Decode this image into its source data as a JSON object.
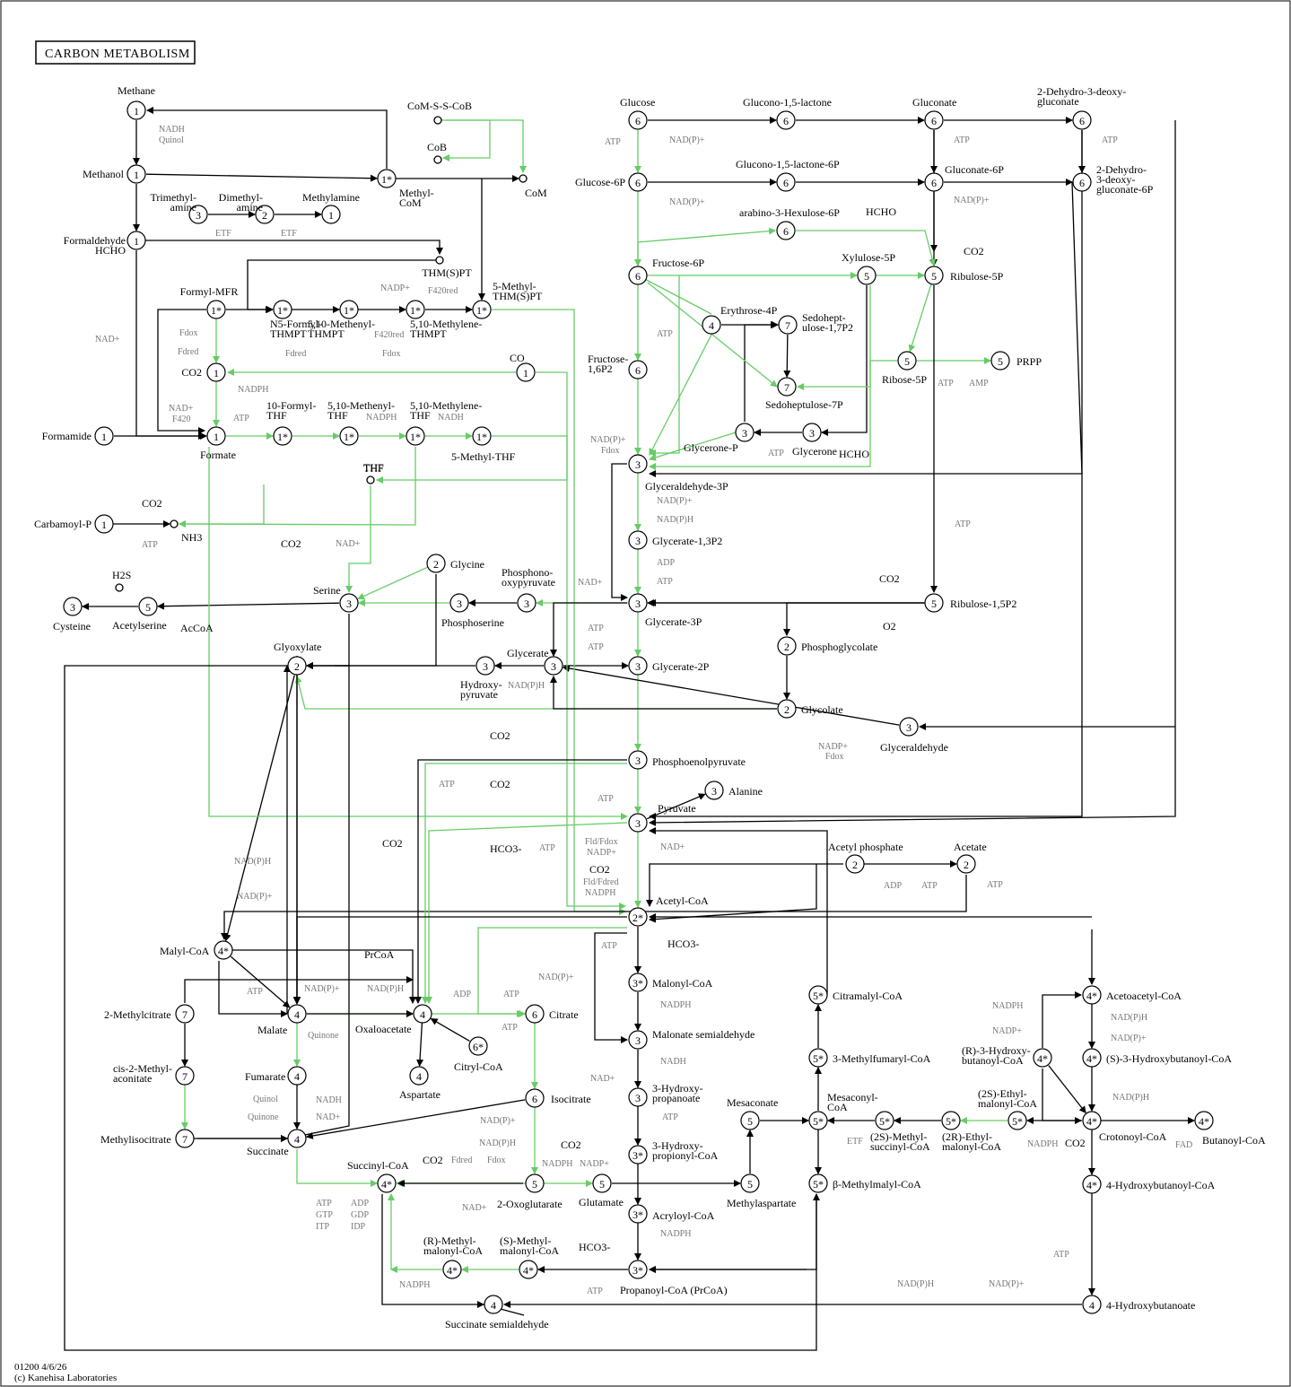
{
  "title": "CARBON METABOLISM",
  "footer": [
    "01200 4/6/26",
    "(c) Kanehisa Laboratories"
  ],
  "colors": {
    "black_edge": "#000000",
    "green_edge": "#66cc66",
    "cofactor": "#777777"
  },
  "compounds": [
    {
      "id": "methane",
      "name": "Methane",
      "mod": "1"
    },
    {
      "id": "methanol",
      "name": "Methanol",
      "mod": "1"
    },
    {
      "id": "formaldehyde",
      "name": "Formaldehyde HCHO",
      "mod": "1"
    },
    {
      "id": "trimethylamine",
      "name": "Trimethyl- amine",
      "mod": "3"
    },
    {
      "id": "dimethylamine",
      "name": "Dimethyl- amine",
      "mod": "2"
    },
    {
      "id": "methylamine",
      "name": "Methylamine",
      "mod": "1"
    },
    {
      "id": "methylcom",
      "name": "Methyl- CoM",
      "mod": "1*"
    },
    {
      "id": "comsscob",
      "name": "CoM-S-S-CoB"
    },
    {
      "id": "cob",
      "name": "CoB"
    },
    {
      "id": "com",
      "name": "CoM"
    },
    {
      "id": "thmspt",
      "name": "THM(S)PT"
    },
    {
      "id": "formylmfr",
      "name": "Formyl-MFR",
      "mod": "1*"
    },
    {
      "id": "n5formyl",
      "name": "N5-Formyl- THMPT",
      "mod": "1*"
    },
    {
      "id": "methenylthmpt",
      "name": "5,10-Methenyl- THMPT",
      "mod": "1*"
    },
    {
      "id": "methylenethmpt",
      "name": "5,10-Methylene- THMPT",
      "mod": "1*"
    },
    {
      "id": "methylthmspt",
      "name": "5-Methyl- THM(S)PT",
      "mod": "1*"
    },
    {
      "id": "co2a",
      "name": "CO2",
      "mod": "1"
    },
    {
      "id": "co",
      "name": "CO",
      "mod": "1"
    },
    {
      "id": "formamide",
      "name": "Formamide",
      "mod": "1"
    },
    {
      "id": "formate",
      "name": "Formate",
      "mod": "1"
    },
    {
      "id": "formylthf",
      "name": "10-Formyl- THF",
      "mod": "1*"
    },
    {
      "id": "methenylthf",
      "name": "5,10-Methenyl- THF",
      "mod": "1*"
    },
    {
      "id": "methylenethf",
      "name": "5,10-Methylene- THF",
      "mod": "1*"
    },
    {
      "id": "methylthf",
      "name": "5-Methyl-THF",
      "mod": "1*"
    },
    {
      "id": "thf",
      "name": "THF"
    },
    {
      "id": "carbamoylp",
      "name": "Carbamoyl-P",
      "mod": "1"
    },
    {
      "id": "nh3",
      "name": "NH3"
    },
    {
      "id": "h2s",
      "name": "H2S"
    },
    {
      "id": "cysteine",
      "name": "Cysteine",
      "mod": "3"
    },
    {
      "id": "acetylserine",
      "name": "Acetylserine",
      "mod": "5"
    },
    {
      "id": "serine",
      "name": "Serine",
      "mod": "3"
    },
    {
      "id": "glycine",
      "name": "Glycine",
      "mod": "2"
    },
    {
      "id": "phosphoserine",
      "name": "Phosphoserine",
      "mod": "3"
    },
    {
      "id": "phosphooxypyruvate",
      "name": "Phosphono- oxypyruvate",
      "mod": "3"
    },
    {
      "id": "glyoxylate",
      "name": "Glyoxylate",
      "mod": "2"
    },
    {
      "id": "hydroxypyruvate",
      "name": "Hydroxy- pyruvate",
      "mod": "3"
    },
    {
      "id": "glycerate",
      "name": "Glycerate",
      "mod": "3"
    },
    {
      "id": "glucose",
      "name": "Glucose",
      "mod": "6"
    },
    {
      "id": "gluconolactone",
      "name": "Glucono-1,5-lactone",
      "mod": "6"
    },
    {
      "id": "gluconate",
      "name": "Gluconate",
      "mod": "6"
    },
    {
      "id": "kdg",
      "name": "2-Dehydro-3-deoxy- gluconate",
      "mod": "6"
    },
    {
      "id": "glucose6p",
      "name": "Glucose-6P",
      "mod": "6"
    },
    {
      "id": "gluconolactone6p",
      "name": "Glucono-1,5-lactone-6P",
      "mod": "6"
    },
    {
      "id": "gluconate6p",
      "name": "Gluconate-6P",
      "mod": "6"
    },
    {
      "id": "kdpg",
      "name": "2-Dehydro- 3-deoxy- gluconate-6P",
      "mod": "6"
    },
    {
      "id": "hexulose6p",
      "name": "arabino-3-Hexulose-6P",
      "mod": "6"
    },
    {
      "id": "fructose6p",
      "name": "Fructose-6P",
      "mod": "6"
    },
    {
      "id": "xylulose5p",
      "name": "Xylulose-5P",
      "mod": "5"
    },
    {
      "id": "ribulose5p",
      "name": "Ribulose-5P",
      "mod": "5"
    },
    {
      "id": "erythrose4p",
      "name": "Erythrose-4P",
      "mod": "4"
    },
    {
      "id": "sedoheptulose17p2",
      "name": "Sedohept- ulose-1,7P2",
      "mod": "7"
    },
    {
      "id": "fructose16p2",
      "name": "Fructose- 1,6P2",
      "mod": "6"
    },
    {
      "id": "ribose5p",
      "name": "Ribose-5P",
      "mod": "5"
    },
    {
      "id": "prpp",
      "name": "PRPP",
      "mod": "5"
    },
    {
      "id": "sedoheptulose7p",
      "name": "Sedoheptulose-7P",
      "mod": "7"
    },
    {
      "id": "glyceronep",
      "name": "Glycerone-P",
      "mod": "3"
    },
    {
      "id": "glycerone",
      "name": "Glycerone",
      "mod": "3"
    },
    {
      "id": "ga3p",
      "name": "Glyceraldehyde-3P",
      "mod": "3"
    },
    {
      "id": "bpg",
      "name": "Glycerate-1,3P2",
      "mod": "3"
    },
    {
      "id": "g3p",
      "name": "Glycerate-3P",
      "mod": "3"
    },
    {
      "id": "rubp",
      "name": "Ribulose-1,5P2",
      "mod": "5"
    },
    {
      "id": "phosphoglycolate",
      "name": "Phosphoglycolate",
      "mod": "2"
    },
    {
      "id": "g2p",
      "name": "Glycerate-2P",
      "mod": "3"
    },
    {
      "id": "glycolate",
      "name": "Glycolate",
      "mod": "2"
    },
    {
      "id": "glyceraldehyde",
      "name": "Glyceraldehyde",
      "mod": "3"
    },
    {
      "id": "pep",
      "name": "Phosphoenolpyruvate",
      "mod": "3"
    },
    {
      "id": "alanine",
      "name": "Alanine",
      "mod": "3"
    },
    {
      "id": "pyruvate",
      "name": "Pyruvate",
      "mod": "3"
    },
    {
      "id": "acetylphosphate",
      "name": "Acetyl phosphate",
      "mod": "2"
    },
    {
      "id": "acetate",
      "name": "Acetate",
      "mod": "2"
    },
    {
      "id": "acetylcoa",
      "name": "Acetyl-CoA",
      "mod": "2*"
    },
    {
      "id": "malylcoa",
      "name": "Malyl-CoA",
      "mod": "4*"
    },
    {
      "id": "methylcitrate",
      "name": "2-Methylcitrate",
      "mod": "7"
    },
    {
      "id": "malate",
      "name": "Malate",
      "mod": "4"
    },
    {
      "id": "oxaloacetate",
      "name": "Oxaloacetate",
      "mod": "4"
    },
    {
      "id": "citrylcoa",
      "name": "Citryl-CoA",
      "mod": "6*"
    },
    {
      "id": "citrate",
      "name": "Citrate",
      "mod": "6"
    },
    {
      "id": "aspartate",
      "name": "Aspartate",
      "mod": "4"
    },
    {
      "id": "malonylcoa",
      "name": "Malonyl-CoA",
      "mod": "3*"
    },
    {
      "id": "malonatesa",
      "name": "Malonate semialdehyde",
      "mod": "3"
    },
    {
      "id": "hydroxypropanoate",
      "name": "3-Hydroxy- propanoate",
      "mod": "3"
    },
    {
      "id": "hpcoa",
      "name": "3-Hydroxy- propionyl-CoA",
      "mod": "3*"
    },
    {
      "id": "acryloylcoa",
      "name": "Acryloyl-CoA",
      "mod": "3*"
    },
    {
      "id": "propanoylcoa",
      "name": "Propanoyl-CoA (PrCoA)",
      "mod": "3*"
    },
    {
      "id": "methylaconitate",
      "name": "cis-2-Methyl- aconitate",
      "mod": "7"
    },
    {
      "id": "fumarate",
      "name": "Fumarate",
      "mod": "4"
    },
    {
      "id": "isocitrate",
      "name": "Isocitrate",
      "mod": "6"
    },
    {
      "id": "methylisocitrate",
      "name": "Methylisocitrate",
      "mod": "7"
    },
    {
      "id": "succinate",
      "name": "Succinate",
      "mod": "4"
    },
    {
      "id": "succinylcoa",
      "name": "Succinyl-CoA",
      "mod": "4*"
    },
    {
      "id": "oxoglutarate",
      "name": "2-Oxoglutarate",
      "mod": "5"
    },
    {
      "id": "glutamate",
      "name": "Glutamate",
      "mod": "5"
    },
    {
      "id": "methylaspartate",
      "name": "Methylaspartate",
      "mod": "5"
    },
    {
      "id": "mesaconate",
      "name": "Mesaconate",
      "mod": "5"
    },
    {
      "id": "rmethylmalonylcoa",
      "name": "(R)-Methyl- malonyl-CoA",
      "mod": "4*"
    },
    {
      "id": "smethylmalonylcoa",
      "name": "(S)-Methyl- malonyl-CoA",
      "mod": "4*"
    },
    {
      "id": "succinatesa",
      "name": "Succinate semialdehyde",
      "mod": "4"
    },
    {
      "id": "citramalylcoa",
      "name": "Citramalyl-CoA",
      "mod": "5*"
    },
    {
      "id": "methylfumarylcoa",
      "name": "3-Methylfumaryl-CoA",
      "mod": "5*"
    },
    {
      "id": "mesaconylcoa",
      "name": "Mesaconyl- CoA",
      "mod": "5*"
    },
    {
      "id": "methylmalylcoa",
      "name": "β-Methylmalyl-CoA",
      "mod": "5*"
    },
    {
      "id": "methylsuccinylcoa",
      "name": "(2S)-Methyl- succinyl-CoA",
      "mod": "5*"
    },
    {
      "id": "rethylmalonylcoa",
      "name": "(2R)-Ethyl- malonyl-CoA",
      "mod": "5*"
    },
    {
      "id": "sethylmalonylcoa",
      "name": "(2S)-Ethyl- malonyl-CoA",
      "mod": "5*"
    },
    {
      "id": "acetoacetylcoa",
      "name": "Acetoacetyl-CoA",
      "mod": "4*"
    },
    {
      "id": "r3hbcoa",
      "name": "(R)-3-Hydroxy- butanoyl-CoA",
      "mod": "4*"
    },
    {
      "id": "s3hbcoa",
      "name": "(S)-3-Hydroxybutanoyl-CoA",
      "mod": "4*"
    },
    {
      "id": "crotonoylcoa",
      "name": "Crotonoyl-CoA",
      "mod": "4*"
    },
    {
      "id": "butanoylcoa",
      "name": "Butanoyl-CoA",
      "mod": "4*"
    },
    {
      "id": "hbcoa4",
      "name": "4-Hydroxybutanoyl-CoA",
      "mod": "4*"
    },
    {
      "id": "hydroxybutanoate",
      "name": "4-Hydroxybutanoate",
      "mod": "4"
    }
  ],
  "labels": {
    "co2": "CO2",
    "hcho": "HCHO",
    "hco3": "HCO3-",
    "o2": "O2",
    "prcoa": "PrCoA",
    "accoa_small": "AcCoA"
  },
  "cofactors": [
    "NADH",
    "Quinol",
    "ETF",
    "NAD+",
    "Fdox",
    "Fdred",
    "F420",
    "NADPH",
    "NADP+",
    "F420red",
    "ATP",
    "AMP",
    "ADP",
    "NAD(P)+",
    "NAD(P)H",
    "GTP",
    "GDP",
    "ITP",
    "IDP",
    "FAD",
    "Quinone",
    "Fld/Fdox",
    "Fld/Fdred"
  ]
}
